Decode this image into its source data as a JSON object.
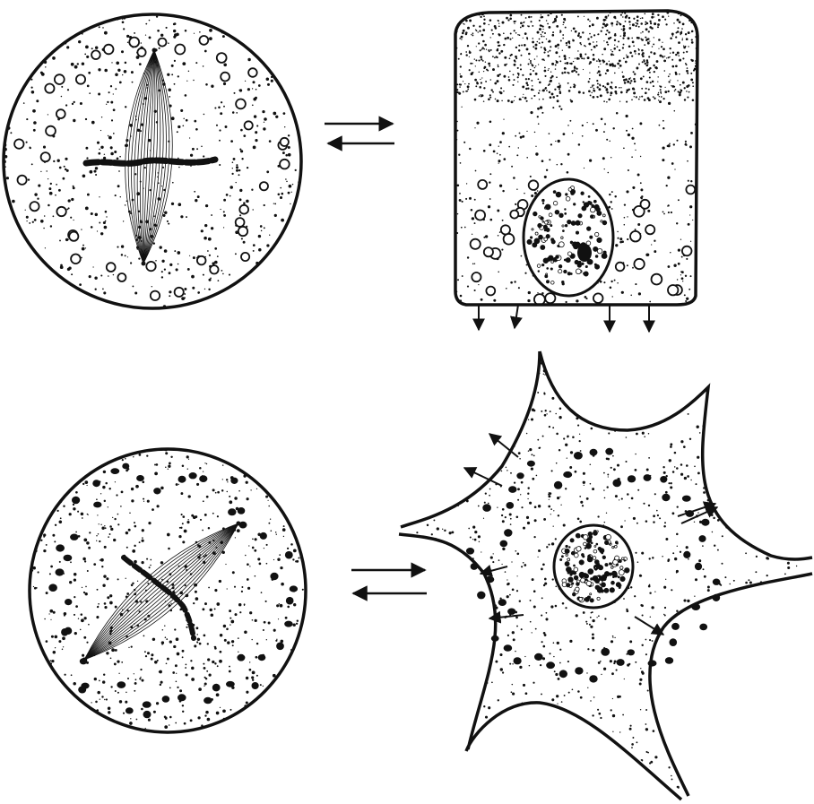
{
  "figure": {
    "panels": [
      {
        "id": "dividing-cell-light-granules",
        "granules": "hollow"
      },
      {
        "id": "secretory-epithelial-cell",
        "granules": "hollow",
        "secretion_arrows": 4
      },
      {
        "id": "dividing-cell-dark-granules",
        "granules": "solid"
      },
      {
        "id": "stellate-cell",
        "granules": "solid",
        "secretion_arrows": 7
      }
    ],
    "reversible_arrows": 2,
    "colors": {
      "ink": "#111111",
      "background": "#ffffff"
    }
  }
}
